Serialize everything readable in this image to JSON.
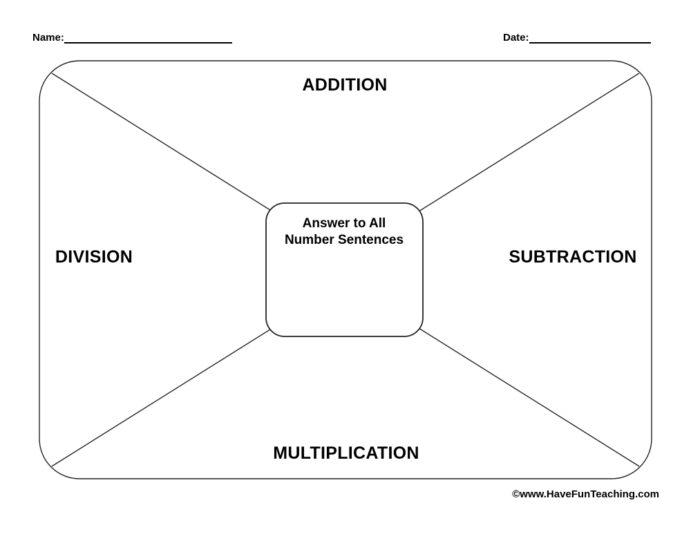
{
  "header": {
    "name_label": "Name:",
    "date_label": "Date:"
  },
  "organizer": {
    "top_label": "ADDITION",
    "right_label": "SUBTRACTION",
    "bottom_label": "MULTIPLICATION",
    "left_label": "DIVISION",
    "center_line1": "Answer to All",
    "center_line2": "Number Sentences"
  },
  "footer": {
    "credit": "©www.HaveFunTeaching.com"
  },
  "colors": {
    "ink": "#000000",
    "line": "#222222",
    "background": "#ffffff"
  }
}
